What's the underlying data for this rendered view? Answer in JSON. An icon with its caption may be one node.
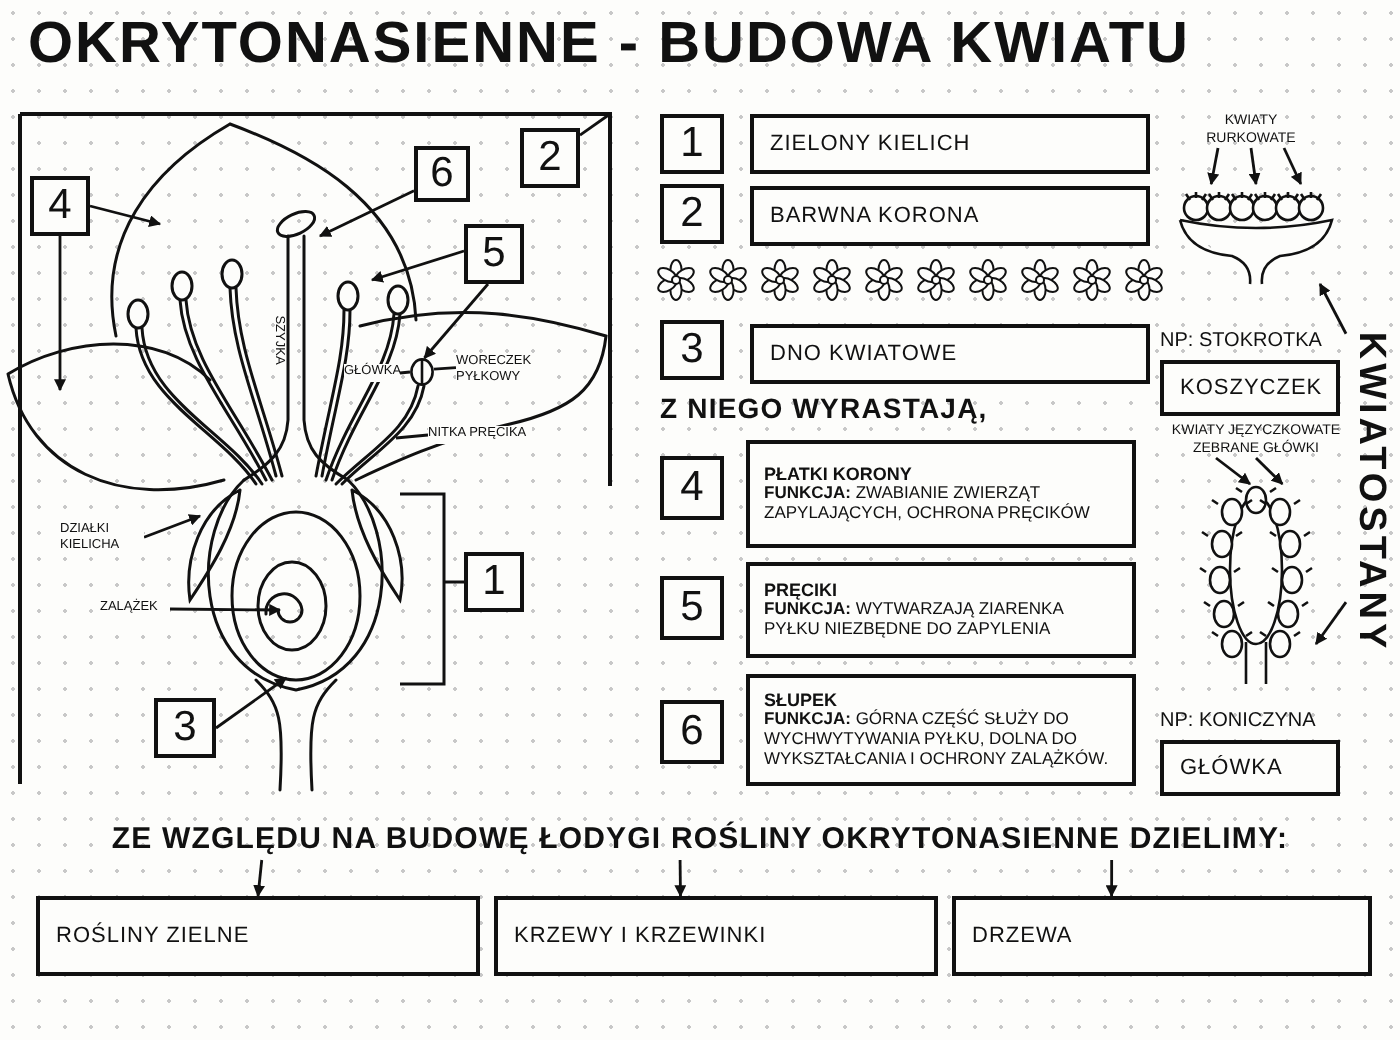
{
  "diagram": {
    "title": "OKRYTONASIENNE - BUDOWA KWIATU",
    "nodes": [
      {
        "text": [
          "4"
        ]
      },
      {
        "text": [
          "2"
        ]
      },
      {
        "text": [
          "6"
        ]
      },
      {
        "text": [
          "5"
        ]
      },
      {
        "text": [
          "1"
        ]
      },
      {
        "text": [
          "3"
        ]
      },
      {
        "text": [
          "GŁÓWKA"
        ]
      },
      {
        "text": [
          "WORECZEK PYŁKOWY"
        ]
      },
      {
        "text": [
          "NITKA PRĘCIKA"
        ]
      },
      {
        "text": [
          "DZIAŁKI KIELICHA"
        ]
      },
      {
        "text": [
          "ZALĄŻEK"
        ]
      },
      {
        "text": [
          "1"
        ]
      },
      {
        "text": [
          "ZIELONY KIELICH"
        ]
      },
      {
        "text": [
          "2"
        ]
      },
      {
        "text": [
          "BARWNA KORONA"
        ]
      },
      {
        "text": [
          "3"
        ]
      },
      {
        "text": [
          "DNO KWIATOWE"
        ]
      },
      {
        "text": [
          "4"
        ]
      },
      {
        "text": [
          "PŁATKI KORONY",
          "**FUNKCJA:** ZWABIANIE ZWIERZĄT ZAPYLAJĄCYCH, OCHRONA PRĘCIKÓW"
        ]
      },
      {
        "text": [
          "5"
        ]
      },
      {
        "text": [
          "PRĘCIKI",
          "**FUNKCJA:** WYTWARZAJĄ ZIARENKA PYŁKU NIEZBĘDNE DO ZAPYLENIA"
        ]
      },
      {
        "text": [
          "6"
        ]
      },
      {
        "text": [
          "SŁUPEK",
          "**FUNKCJA:** GÓRNA CZĘŚĆ SŁUŻY DO WYCHWYTYWANIA PYŁKU, DOLNA DO WYKSZTAŁCANIA I OCHRONY ZALĄŻKÓW."
        ]
      },
      {
        "text": [
          "KWIATY RURKOWATE"
        ]
      },
      {
        "text": [],
        "shape": "picture"
      },
      {
        "text": [
          "KOSZYCZEK"
        ],
        "beside": [
          "NP: STOKROTKA"
        ]
      },
      {
        "text": [
          "KWIATY JĘZYCZKOWATE ZEBRANE GŁÓWKI"
        ]
      },
      {
        "text": [],
        "shape": "picture"
      },
      {
        "text": [
          "GŁÓWKA"
        ],
        "beside": [
          "NP: KONICZYNA"
        ]
      },
      {
        "text": [
          "KWIATOSTANY"
        ]
      },
      {
        "text": [
          "ZE WZGLĘDU NA BUDOWĘ ŁODYGI ROŚLINY OKRYTONASIENNE DZIELIMY:"
        ]
      },
      {
        "text": [
          "ROŚLINY ZIELNE"
        ]
      },
      {
        "text": [
          "KRZEWY I KRZEWINKI"
        ]
      },
      {
        "text": [
          "DRZEWA"
        ]
      },
      {
        "text": [],
        "shape": "circle"
      }
    ],
    "edges": [
      {
        "from": 0,
        "to": null,
        "arrow": "to"
      },
      {
        "from": 0,
        "to": null,
        "arrow": "to"
      },
      {
        "from": 1,
        "to": null,
        "arrow": "none"
      },
      {
        "from": 2,
        "to": null,
        "arrow": "to"
      },
      {
        "from": 3,
        "to": null,
        "arrow": "to"
      },
      {
        "from": 3,
        "to": 34,
        "arrow": "to"
      },
      {
        "from": 6,
        "to": 34,
        "arrow": "none"
      },
      {
        "from": 7,
        "to": 34,
        "arrow": "none"
      },
      {
        "from": 8,
        "to": null,
        "arrow": "none"
      },
      {
        "from": 9,
        "to": null,
        "arrow": "to"
      },
      {
        "from": 10,
        "to": null,
        "arrow": "to"
      },
      {
        "from": 5,
        "to": null,
        "arrow": "to"
      },
      {
        "from": 23,
        "to": 24,
        "arrow": "to"
      },
      {
        "from": 23,
        "to": 24,
        "arrow": "to"
      },
      {
        "from": 23,
        "to": 24,
        "arrow": "to"
      },
      {
        "from": 26,
        "to": 27,
        "arrow": "to"
      },
      {
        "from": 26,
        "to": 27,
        "arrow": "to"
      },
      {
        "from": 29,
        "to": 24,
        "arrow": "to"
      },
      {
        "from": 29,
        "to": 27,
        "arrow": "to"
      },
      {
        "from": 30,
        "to": 31,
        "arrow": "to"
      },
      {
        "from": 30,
        "to": 32,
        "arrow": "to"
      },
      {
        "from": 30,
        "to": 33,
        "arrow": "to"
      }
    ],
    "labels": [
      "SZYJKA",
      "Z NIEGO WYRASTAJĄ,"
    ]
  }
}
